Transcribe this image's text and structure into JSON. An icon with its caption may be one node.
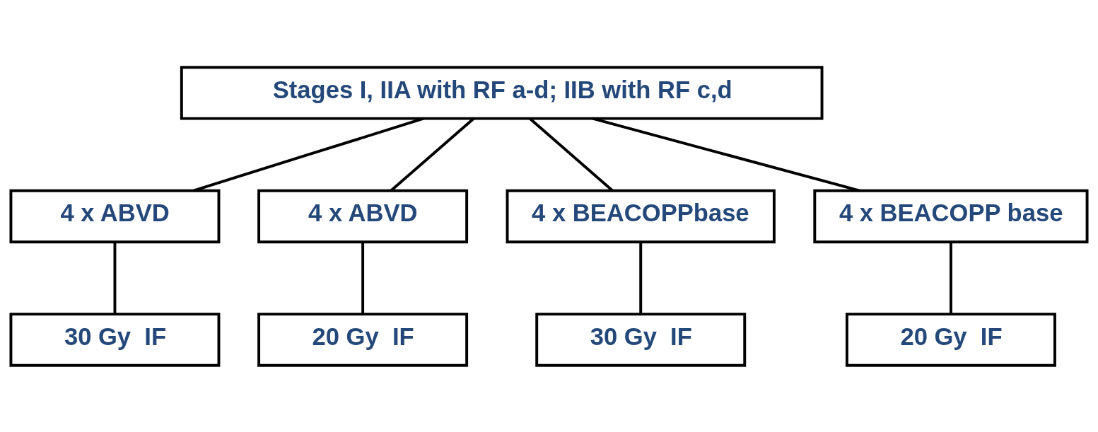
{
  "diagram": {
    "nodes": [
      {
        "text": [
          "Stages I, IIA with RF a-d; IIB with RF c,d"
        ]
      },
      {
        "text": [
          "4 x ABVD"
        ]
      },
      {
        "text": [
          "4 x ABVD"
        ]
      },
      {
        "text": [
          "4 x BEACOPPbase"
        ]
      },
      {
        "text": [
          "4 x BEACOPP base"
        ]
      },
      {
        "text": [
          "30 Gy  IF"
        ]
      },
      {
        "text": [
          "20 Gy  IF"
        ]
      },
      {
        "text": [
          "30 Gy  IF"
        ]
      },
      {
        "text": [
          "20 Gy  IF"
        ]
      }
    ],
    "edges": [
      {
        "from": 0,
        "to": 1,
        "arrow": "none"
      },
      {
        "from": 0,
        "to": 2,
        "arrow": "none"
      },
      {
        "from": 0,
        "to": 3,
        "arrow": "none"
      },
      {
        "from": 0,
        "to": 4,
        "arrow": "none"
      },
      {
        "from": 1,
        "to": 5,
        "arrow": "none"
      },
      {
        "from": 2,
        "to": 6,
        "arrow": "none"
      },
      {
        "from": 3,
        "to": 7,
        "arrow": "none"
      },
      {
        "from": 4,
        "to": 8,
        "arrow": "none"
      }
    ]
  }
}
